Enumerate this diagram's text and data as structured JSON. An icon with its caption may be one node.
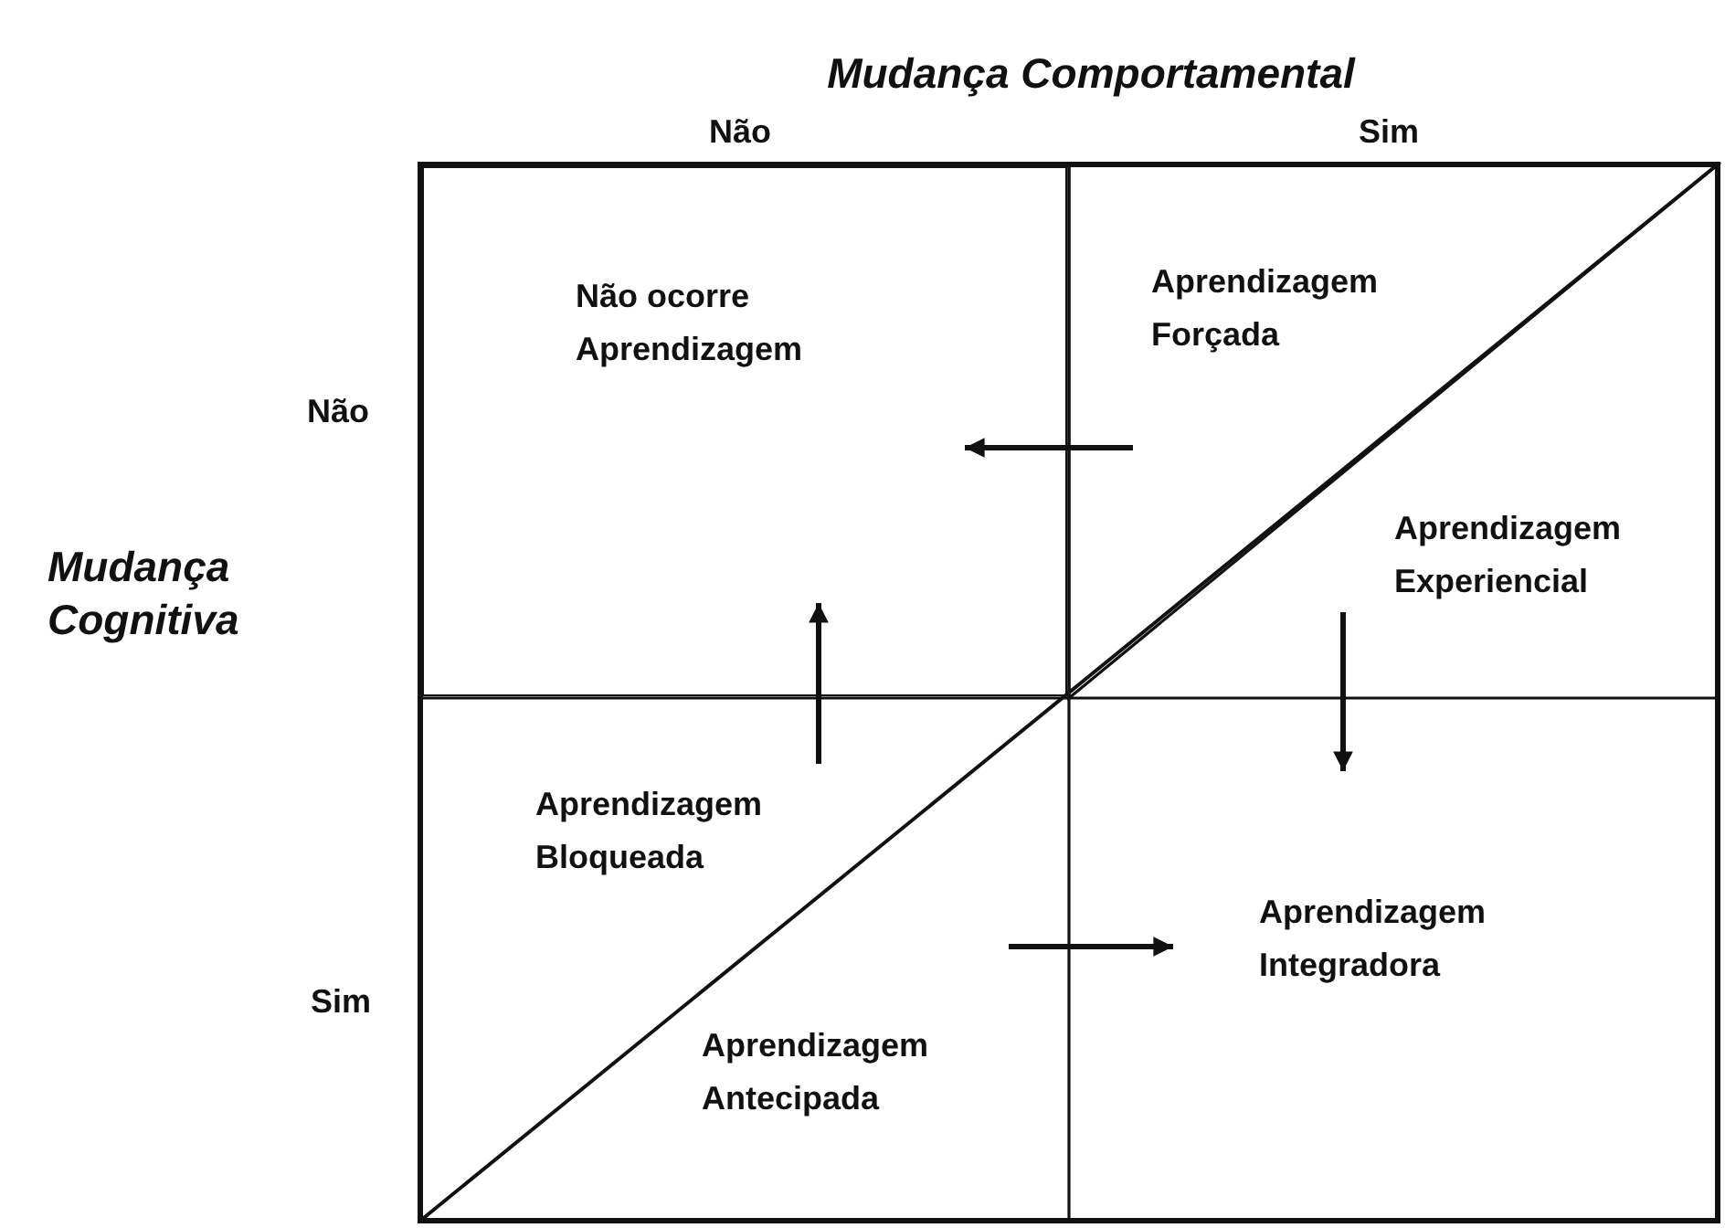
{
  "diagram": {
    "nodes": [
      {
        "text": [
          "Não ocorre Aprendizagem"
        ]
      },
      {
        "text": [
          "Aprendizagem Forçada"
        ]
      },
      {
        "text": [
          "Aprendizagem Experiencial"
        ]
      },
      {
        "text": [
          "Aprendizagem Bloqueada"
        ]
      },
      {
        "text": [
          "Aprendizagem Integradora"
        ]
      },
      {
        "text": [
          "Aprendizagem Antecipada"
        ]
      }
    ],
    "edges": [
      {
        "from": 1,
        "to": 0,
        "arrow": "to"
      },
      {
        "from": 3,
        "to": 0,
        "arrow": "to"
      },
      {
        "from": 2,
        "to": 4,
        "arrow": "to"
      },
      {
        "from": 5,
        "to": 4,
        "arrow": "to"
      }
    ],
    "labels": [
      "Mudança Comportamental",
      "Não",
      "Sim",
      "Não",
      "Mudança Cognitiva",
      "Sim"
    ]
  }
}
